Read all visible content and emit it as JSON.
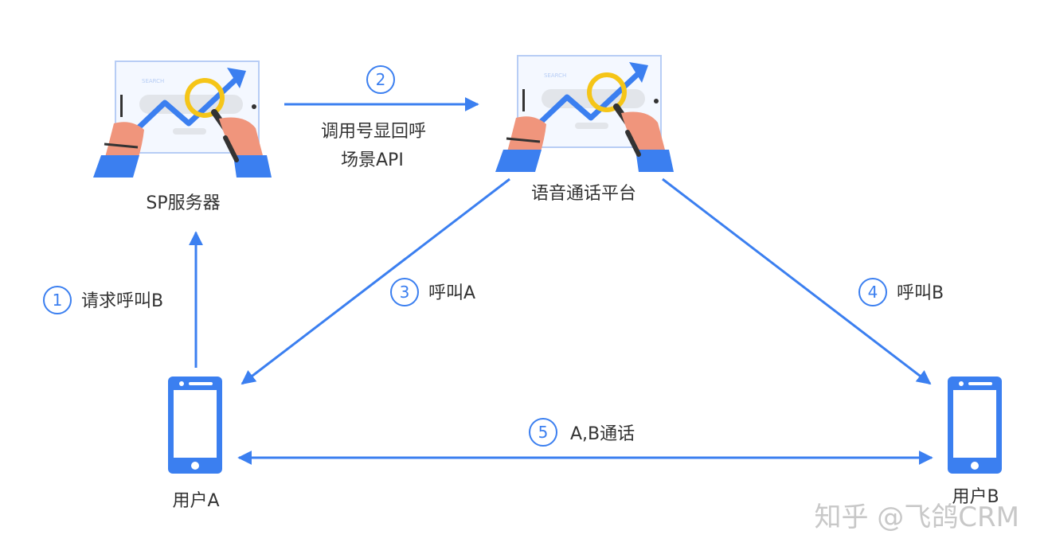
{
  "colors": {
    "accent": "#3b7ff0",
    "text": "#333333",
    "watermark": "#c8c8c8",
    "skin": "#f0957c",
    "magnifier": "#f5c518"
  },
  "nodes": {
    "sp_server": {
      "label": "SP服务器",
      "icon": "search-chart-illustration",
      "screen_text": "SEARCH"
    },
    "voice_platform": {
      "label": "语音通话平台",
      "icon": "search-chart-illustration",
      "screen_text": "SEARCH"
    },
    "user_a": {
      "label": "用户A",
      "icon": "phone-icon"
    },
    "user_b": {
      "label": "用户B",
      "icon": "phone-icon"
    }
  },
  "steps": [
    {
      "num": "1",
      "lines": [
        "请求呼叫B"
      ]
    },
    {
      "num": "2",
      "lines": [
        "调用号显回呼",
        "场景API"
      ]
    },
    {
      "num": "3",
      "lines": [
        "呼叫A"
      ]
    },
    {
      "num": "4",
      "lines": [
        "呼叫B"
      ]
    },
    {
      "num": "5",
      "lines": [
        "A,B通话"
      ]
    }
  ],
  "watermark": "知乎 @飞鸽CRM"
}
